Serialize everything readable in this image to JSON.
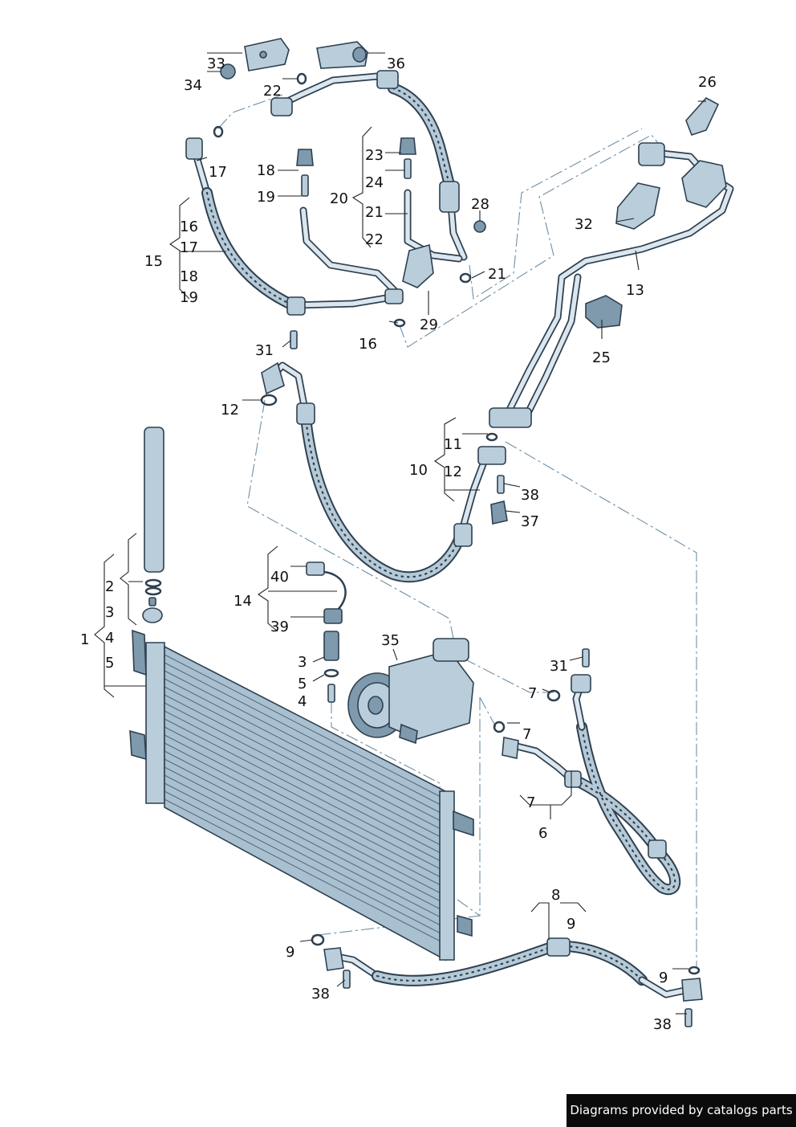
{
  "diagram": {
    "callouts": [
      {
        "id": "c33a",
        "label": "33"
      },
      {
        "id": "c34",
        "label": "34"
      },
      {
        "id": "c22a",
        "label": "22"
      },
      {
        "id": "c36",
        "label": "36"
      },
      {
        "id": "c26",
        "label": "26"
      },
      {
        "id": "c17a",
        "label": "17"
      },
      {
        "id": "c18a",
        "label": "18"
      },
      {
        "id": "c19a",
        "label": "19"
      },
      {
        "id": "c23",
        "label": "23"
      },
      {
        "id": "c24",
        "label": "24"
      },
      {
        "id": "c20",
        "label": "20"
      },
      {
        "id": "c21a",
        "label": "21"
      },
      {
        "id": "c22b",
        "label": "22"
      },
      {
        "id": "c28",
        "label": "28"
      },
      {
        "id": "c21b",
        "label": "21"
      },
      {
        "id": "c32",
        "label": "32"
      },
      {
        "id": "c13",
        "label": "13"
      },
      {
        "id": "c16a",
        "label": "16"
      },
      {
        "id": "c17b",
        "label": "17"
      },
      {
        "id": "c15",
        "label": "15"
      },
      {
        "id": "c18b",
        "label": "18"
      },
      {
        "id": "c19b",
        "label": "19"
      },
      {
        "id": "c29",
        "label": "29"
      },
      {
        "id": "c16b",
        "label": "16"
      },
      {
        "id": "c25",
        "label": "25"
      },
      {
        "id": "c31a",
        "label": "31"
      },
      {
        "id": "c12a",
        "label": "12"
      },
      {
        "id": "c11",
        "label": "11"
      },
      {
        "id": "c10",
        "label": "10"
      },
      {
        "id": "c12b",
        "label": "12"
      },
      {
        "id": "c38a",
        "label": "38"
      },
      {
        "id": "c37",
        "label": "37"
      },
      {
        "id": "c40",
        "label": "40"
      },
      {
        "id": "c14",
        "label": "14"
      },
      {
        "id": "c39",
        "label": "39"
      },
      {
        "id": "c2",
        "label": "2"
      },
      {
        "id": "c3a",
        "label": "3"
      },
      {
        "id": "c1",
        "label": "1"
      },
      {
        "id": "c4a",
        "label": "4"
      },
      {
        "id": "c5a",
        "label": "5"
      },
      {
        "id": "c35",
        "label": "35"
      },
      {
        "id": "c3b",
        "label": "3"
      },
      {
        "id": "c5b",
        "label": "5"
      },
      {
        "id": "c4b",
        "label": "4"
      },
      {
        "id": "c31b",
        "label": "31"
      },
      {
        "id": "c7a",
        "label": "7"
      },
      {
        "id": "c7b",
        "label": "7"
      },
      {
        "id": "c7c",
        "label": "7"
      },
      {
        "id": "c6",
        "label": "6"
      },
      {
        "id": "c8",
        "label": "8"
      },
      {
        "id": "c9a",
        "label": "9"
      },
      {
        "id": "c9b",
        "label": "9"
      },
      {
        "id": "c38b",
        "label": "38"
      },
      {
        "id": "c9c",
        "label": "9"
      },
      {
        "id": "c38c",
        "label": "38"
      }
    ]
  },
  "watermark": {
    "text": "Diagrams provided by catalogs parts"
  }
}
